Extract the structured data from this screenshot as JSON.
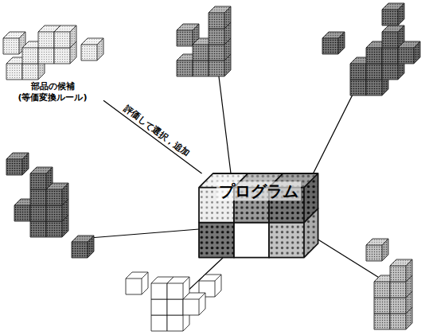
{
  "diagram": {
    "nodes": [
      {
        "text": [
          "部品の候補 (等価変換ルール)"
        ]
      },
      {
        "text": [
          "プログラム"
        ]
      }
    ],
    "edges": [
      {
        "from": 0,
        "to": 1,
        "arrow": "none",
        "label": "評価して選択，追加"
      }
    ]
  }
}
